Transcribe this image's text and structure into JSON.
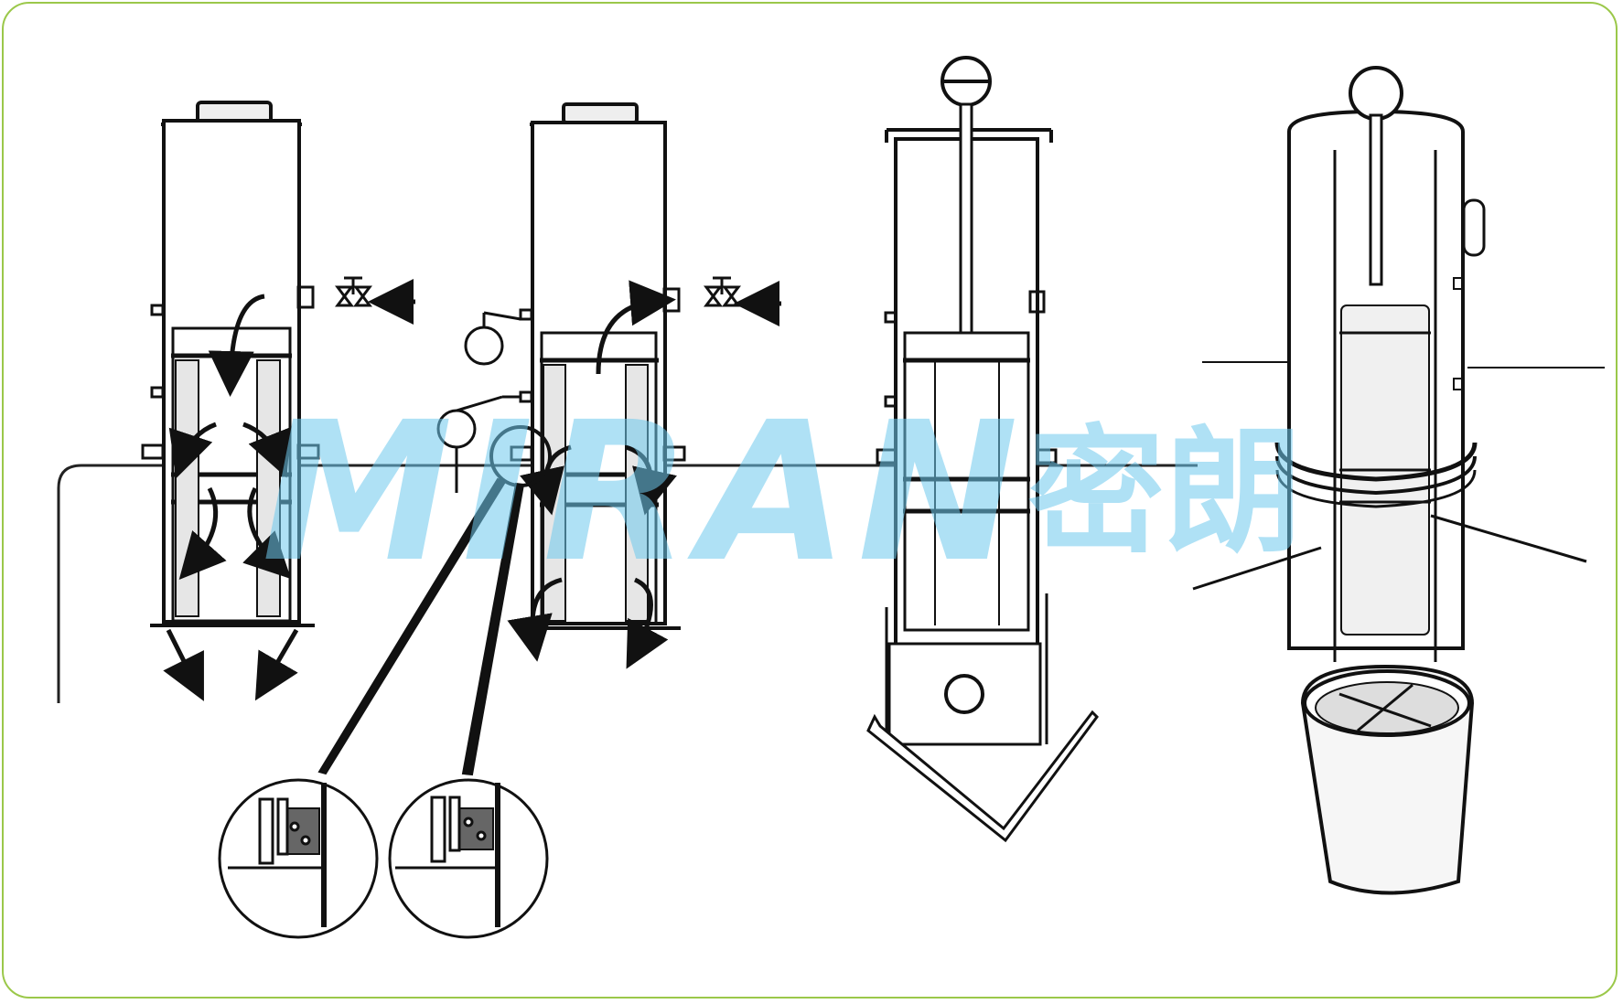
{
  "watermark": {
    "latin": "MIRAN",
    "chinese": "密朗",
    "color": "#6ec9ee"
  },
  "frame": {
    "border_color": "#9bc84a"
  },
  "figures": [
    {
      "name": "vessel-1-filtration-flow",
      "icons": [
        "valve-icon",
        "flow-arrow-icon"
      ]
    },
    {
      "name": "vessel-2-backwash-flow",
      "icons": [
        "valve-icon",
        "gauge-icon",
        "flow-arrow-icon"
      ]
    },
    {
      "name": "vessel-3-lid-lift",
      "icons": [
        "lift-handle-icon"
      ]
    },
    {
      "name": "vessel-4-cartridge-removal",
      "icons": [
        "filter-basket-icon"
      ]
    }
  ],
  "details": [
    {
      "name": "seal-detail-1"
    },
    {
      "name": "seal-detail-2"
    }
  ]
}
